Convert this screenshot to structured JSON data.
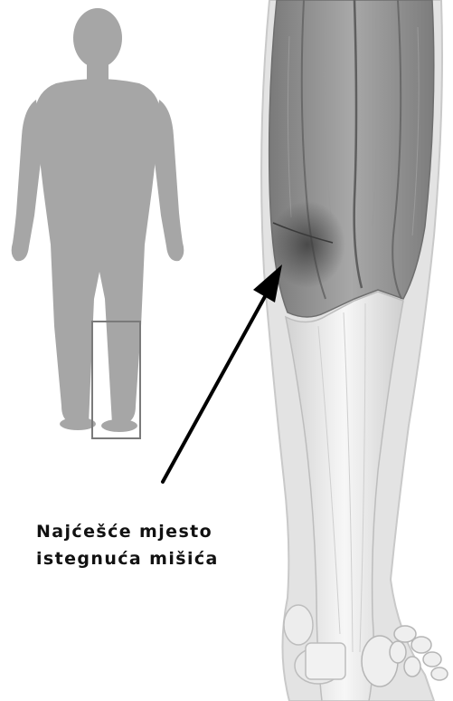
{
  "callout": {
    "line1": "Najćešće mjesto",
    "line2": "istegnuća mišića"
  },
  "colors": {
    "silhouette": "#a6a6a6",
    "highlight_box": "#7a7a7a",
    "muscle": "#8c8c8c",
    "muscle_dark": "#6e6e6e",
    "tendon": "#e6e6e6",
    "outline": "#c9c9c9",
    "strain": "#5a5a5a",
    "arrow": "#000000"
  },
  "icons": {
    "body": "human-silhouette",
    "leg": "calf-muscle-anatomy"
  }
}
